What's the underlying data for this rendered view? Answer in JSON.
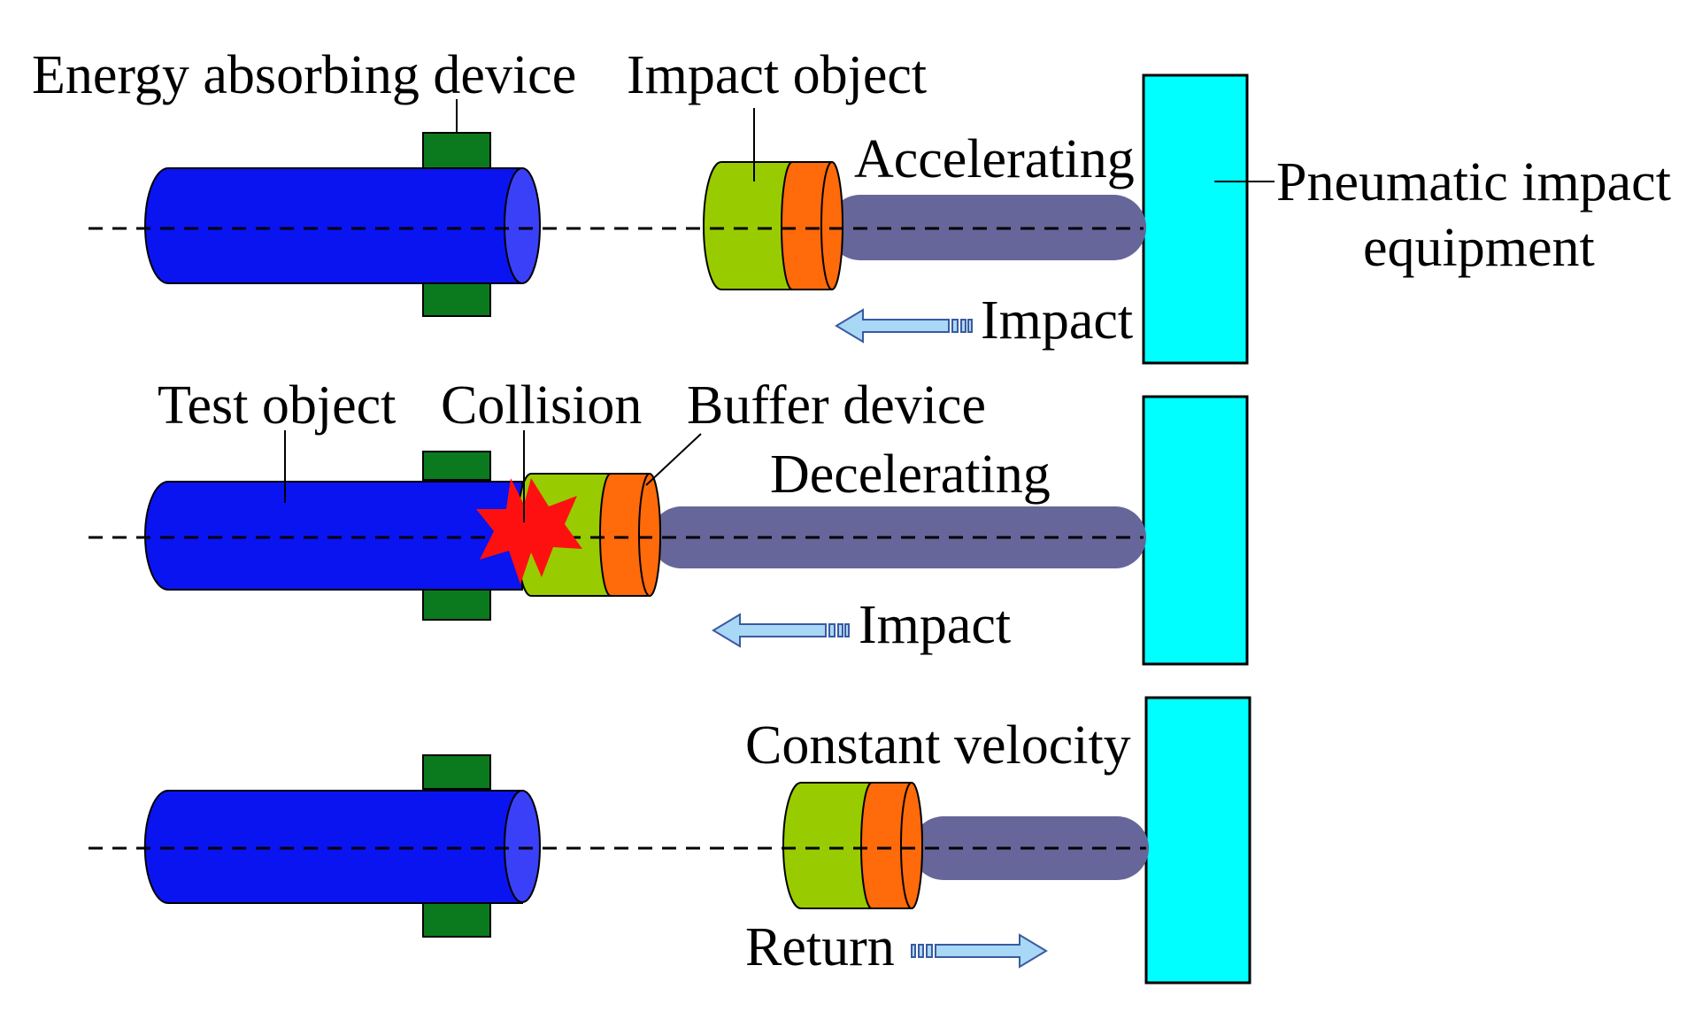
{
  "labels": {
    "energy_absorbing_device": "Energy absorbing device",
    "impact_object": "Impact object",
    "accelerating": "Accelerating",
    "pneumatic_line1": "Pneumatic impact",
    "pneumatic_line2": "equipment",
    "impact_top": "Impact",
    "test_object": "Test object",
    "collision": "Collision",
    "buffer_device": "Buffer device",
    "decelerating": "Decelerating",
    "impact_middle": "Impact",
    "constant_velocity": "Constant velocity",
    "return": "Return"
  },
  "colors": {
    "test_object": "#0a14f0",
    "test_object_end": "#3a40f8",
    "absorber_block": "#0b7a1e",
    "impact_object": "#99cc00",
    "buffer_device": "#ff6a0a",
    "rod": "#66669a",
    "pneumatic_equipment": "#00ffff",
    "arrow_fill": "#a8d8f5",
    "arrow_stroke": "#3a5aa0",
    "collision_star": "#ff1010"
  }
}
